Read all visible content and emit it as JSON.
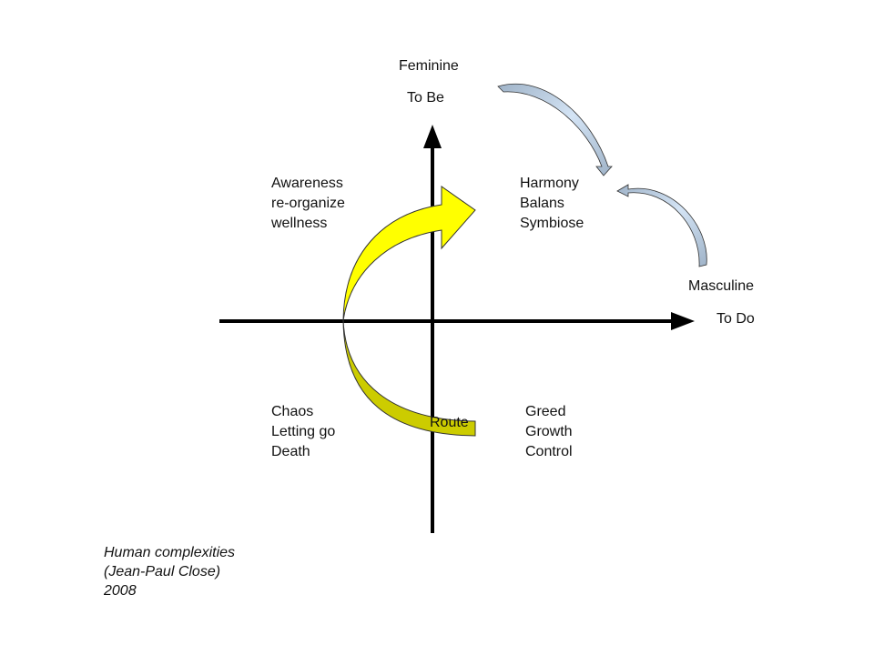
{
  "axes": {
    "vertical": {
      "top_label": "Feminine",
      "top_sublabel": "To Be"
    },
    "horizontal": {
      "right_label": "Masculine",
      "right_sublabel": "To Do"
    }
  },
  "quadrants": {
    "top_left": [
      "Awareness",
      "re-organize",
      "wellness"
    ],
    "top_right": [
      "Harmony",
      "Balans",
      "Symbiose"
    ],
    "bottom_left": [
      "Chaos",
      "Letting go",
      "Death"
    ],
    "bottom_right": [
      "Greed",
      "Growth",
      "Control"
    ]
  },
  "route_arrow": {
    "label": "Route",
    "color_top": "#ffff00",
    "color_bottom": "#cccc00"
  },
  "curved_arrows_color": "#c5d9f1",
  "caption": {
    "lines": [
      "Human complexities",
      "(Jean-Paul Close)",
      "2008"
    ]
  }
}
